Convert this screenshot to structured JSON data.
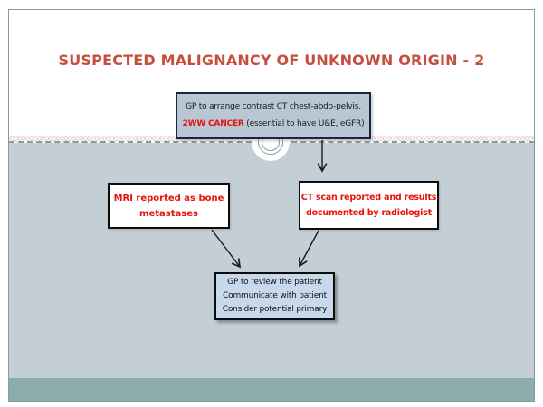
{
  "slide": {
    "title": "SUSPECTED MALIGNANCY OF UNKNOWN ORIGIN - 2"
  },
  "flowchart": {
    "order_box": {
      "line1": "GP to arrange contrast CT chest-abdo-pelvis,",
      "line2_highlight": "2WW CANCER",
      "line2_rest": " (essential to have U&E, eGFR)"
    },
    "mri_box": {
      "line1": "MRI reported as bone",
      "line2": "metastases"
    },
    "ct_box": {
      "line1": "CT scan reported and results",
      "line2": "documented  by radiologist"
    },
    "review_box": {
      "line1": "GP to review the patient",
      "line2": "Communicate with patient",
      "line3": "Consider potential primary"
    }
  },
  "icons": {
    "divider_ornament": "concentric-circle ornament on dashed divider"
  },
  "colors": {
    "title_text": "#c44f3d",
    "alert_text": "#e8120c",
    "order_box_fill": "#b9c6d3",
    "review_box_fill": "#c9d9ec",
    "lower_background": "#c4ced5",
    "footer_band": "#8cacac",
    "frame_border": "#7f9e9e",
    "arrow": "#1a1a1a"
  }
}
